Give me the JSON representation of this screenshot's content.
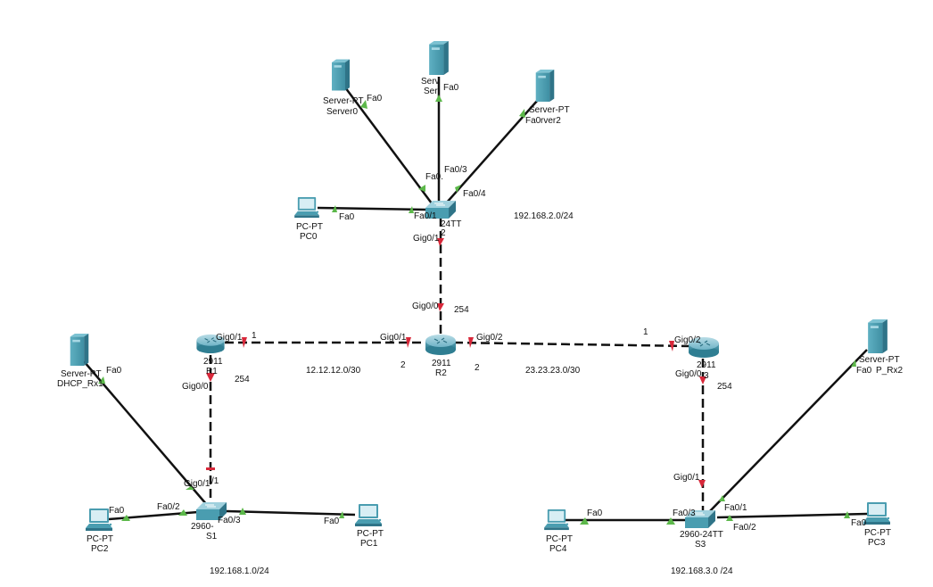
{
  "diagram": {
    "title": "Packet Tracer topology",
    "colors": {
      "cable_solid": "#111111",
      "cable_dashed": "#111111",
      "link_up": "#5cb84a",
      "link_down": "#d8283a",
      "device_teal": "#4a9db0",
      "background": "#ffffff"
    },
    "networks": [
      {
        "id": "net-2",
        "label": "192.168.2.0/24"
      },
      {
        "id": "net-12",
        "label": "12.12.12.0/30"
      },
      {
        "id": "net-23",
        "label": "23.23.23.0/30"
      },
      {
        "id": "net-1",
        "label": "192.168.1.0/24"
      },
      {
        "id": "net-3",
        "label": "192.168.3.0 /24"
      }
    ],
    "devices": [
      {
        "id": "server0",
        "type": "server",
        "model": "Server-PT",
        "name": "Server0"
      },
      {
        "id": "server1",
        "type": "server",
        "model": "Serv",
        "name": "Ser"
      },
      {
        "id": "server2",
        "type": "server",
        "model": "Server-PT",
        "name": "rver2"
      },
      {
        "id": "pc0",
        "type": "pc",
        "model": "PC-PT",
        "name": "PC0"
      },
      {
        "id": "s2",
        "type": "switch",
        "model": "24TT",
        "name": "2"
      },
      {
        "id": "r1",
        "type": "router",
        "model": "2911",
        "name": "R1"
      },
      {
        "id": "r2",
        "type": "router",
        "model": "2911",
        "name": "R2"
      },
      {
        "id": "r3",
        "type": "router",
        "model": "2911",
        "name": "3"
      },
      {
        "id": "dhcp1",
        "type": "server",
        "model": "Server-PT",
        "name": "DHCP_Rx1"
      },
      {
        "id": "dhcp2",
        "type": "server",
        "model": "Server-PT",
        "name": "P_Rx2"
      },
      {
        "id": "s1",
        "type": "switch",
        "model": "2960-",
        "name": "S1"
      },
      {
        "id": "s3",
        "type": "switch",
        "model": "2960-24TT",
        "name": "S3"
      },
      {
        "id": "pc1",
        "type": "pc",
        "model": "PC-PT",
        "name": "PC1"
      },
      {
        "id": "pc2",
        "type": "pc",
        "model": "PC-PT",
        "name": "PC2"
      },
      {
        "id": "pc3",
        "type": "pc",
        "model": "PC-PT",
        "name": "PC3"
      },
      {
        "id": "pc4",
        "type": "pc",
        "model": "PC-PT",
        "name": "PC4"
      }
    ],
    "links": [
      {
        "from": "server0",
        "to": "s2",
        "style": "solid",
        "status": "up",
        "from_port": "Fa0",
        "to_port": "Fa0."
      },
      {
        "from": "server1",
        "to": "s2",
        "style": "solid",
        "status": "up",
        "from_port": "Fa0",
        "to_port": "Fa0/3"
      },
      {
        "from": "server2",
        "to": "s2",
        "style": "solid",
        "status": "up",
        "from_port": "Fa0",
        "to_port": "Fa0/4"
      },
      {
        "from": "pc0",
        "to": "s2",
        "style": "solid",
        "status": "up",
        "from_port": "Fa0",
        "to_port": "Fa0/1"
      },
      {
        "from": "s2",
        "to": "r2",
        "style": "dashed",
        "status": "down",
        "from_port": "Gig0/1",
        "to_port": "Gig0/0"
      },
      {
        "from": "r1",
        "to": "r2",
        "style": "dashed",
        "status": "down",
        "from_port": "Gig0/1",
        "to_port": "Gig0/1"
      },
      {
        "from": "r2",
        "to": "r3",
        "style": "dashed",
        "status": "down",
        "from_port": "Gig0/2",
        "to_port": "Gig0/2"
      },
      {
        "from": "r1",
        "to": "s1",
        "style": "dashed",
        "status": "down",
        "from_port": "Gig0/0",
        "to_port": "/1"
      },
      {
        "from": "r3",
        "to": "s3",
        "style": "dashed",
        "status": "down",
        "from_port": "Gig0/0",
        "to_port": "Gig0/1"
      },
      {
        "from": "dhcp1",
        "to": "s1",
        "style": "solid",
        "status": "up",
        "from_port": "Fa0",
        "to_port": "Gig0/1"
      },
      {
        "from": "dhcp2",
        "to": "s3",
        "style": "solid",
        "status": "up",
        "from_port": "Fa0",
        "to_port": "Fa0/1"
      },
      {
        "from": "pc2",
        "to": "s1",
        "style": "solid",
        "status": "up",
        "from_port": "Fa0",
        "to_port": "Fa0/2"
      },
      {
        "from": "s1",
        "to": "pc1",
        "style": "solid",
        "status": "up",
        "from_port": "Fa0/3",
        "to_port": "Fa0"
      },
      {
        "from": "pc4",
        "to": "s3",
        "style": "solid",
        "status": "up",
        "from_port": "Fa0",
        "to_port": "Fa0/3"
      },
      {
        "from": "s3",
        "to": "pc3",
        "style": "solid",
        "status": "up",
        "from_port": "Fa0/2",
        "to_port": "Fa0"
      }
    ],
    "ip_host_labels": {
      "r2_g00": "254",
      "r1_g01": "1",
      "r2_g01": "2",
      "r2_g02": "2",
      "r3_g02": "1",
      "r1_g00": "254",
      "r3_g00": "254"
    }
  }
}
